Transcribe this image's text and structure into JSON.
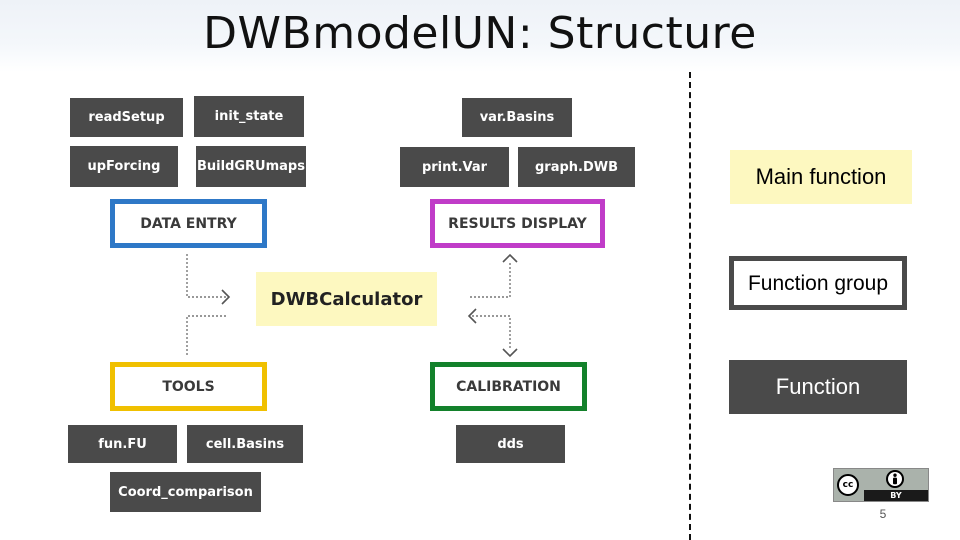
{
  "slide": {
    "title": "DWBmodelUN: Structure",
    "page_number": "5"
  },
  "diagram": {
    "main_function": "DWBCalculator",
    "groups": {
      "data_entry": "DATA ENTRY",
      "results_display": "RESULTS DISPLAY",
      "tools": "TOOLS",
      "calibration": "CALIBRATION"
    },
    "functions": {
      "read_setup": "readSetup",
      "init_state": "init_state",
      "up_forcing": "upForcing",
      "build_grumaps": "BuildGRUmaps",
      "var_basins": "var.Basins",
      "print_var": "print.Var",
      "graph_dwb": "graph.DWB",
      "fun_fu": "fun.FU",
      "cell_basins": "cell.Basins",
      "coord_comparison": "Coord_comparison",
      "dds": "dds"
    },
    "colors": {
      "data_entry": "#2e78c7",
      "results_display": "#c03cc8",
      "tools": "#f0c000",
      "calibration": "#13812b",
      "main_function_fill": "#fdf8c0",
      "function_fill": "#4a4a4a"
    }
  },
  "legend": {
    "main_function": "Main function",
    "function_group": "Function group",
    "function": "Function"
  },
  "license": {
    "cc_label": "cc",
    "by_label": "BY",
    "by_icon": "person-icon"
  }
}
